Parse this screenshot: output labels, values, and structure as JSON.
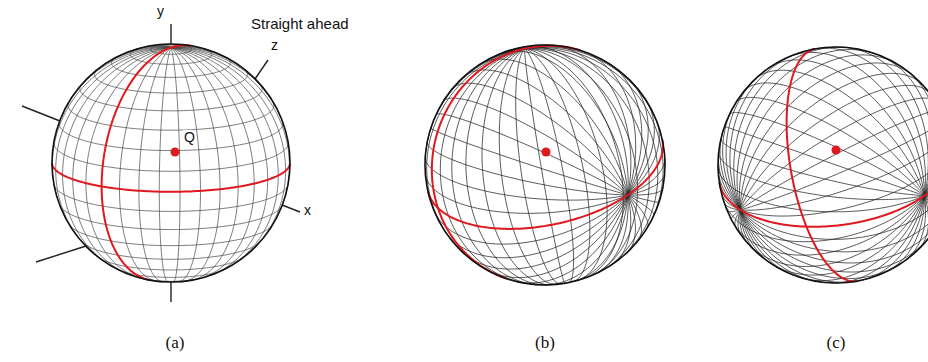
{
  "diagram": {
    "labels": [
      "y",
      "Straight ahead",
      "z",
      "x",
      "Q",
      "(a)",
      "(b)",
      "(c)"
    ]
  }
}
